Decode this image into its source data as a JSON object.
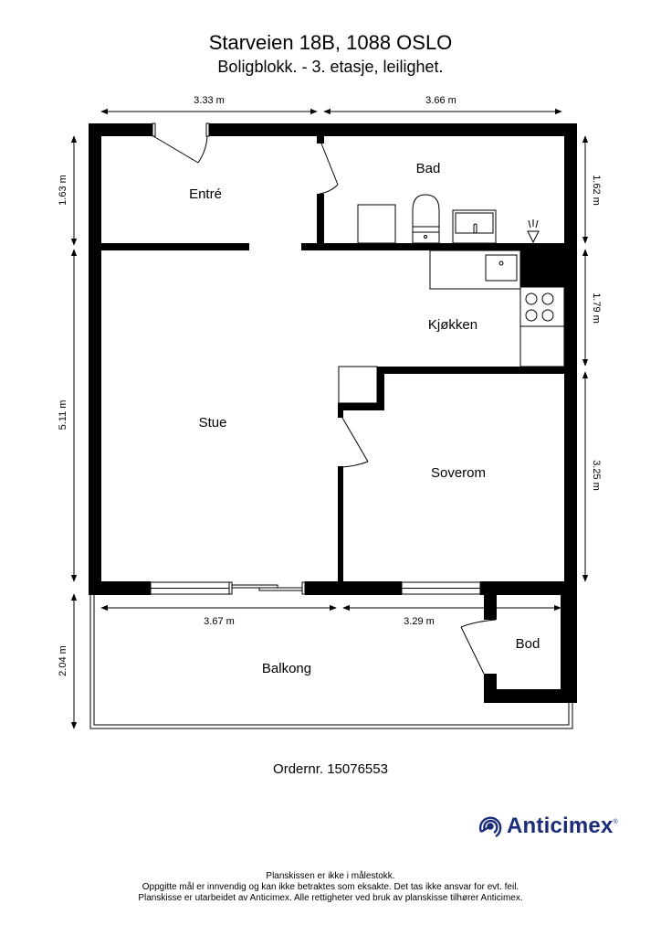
{
  "header": {
    "title": "Starveien 18B, 1088 OSLO",
    "subtitle": "Boligblokk.  - 3. etasje, leilighet."
  },
  "rooms": {
    "entre": "Entré",
    "bad": "Bad",
    "kjokken": "Kjøkken",
    "stue": "Stue",
    "soverom": "Soverom",
    "balkong": "Balkong",
    "bod": "Bod"
  },
  "dimensions": {
    "top_left": "3.33 m",
    "top_right": "3.66 m",
    "left_top": "1.63 m",
    "left_middle": "5.11 m",
    "left_bottom": "2.04 m",
    "right_top": "1.62 m",
    "right_middle": "1.79 m",
    "right_bottom": "3.25 m",
    "balcony_left": "3.67 m",
    "balcony_right": "3.29 m"
  },
  "icons": {
    "bathroom": [
      "washing-machine-icon",
      "toilet-icon",
      "sink-icon",
      "shower-icon"
    ],
    "kitchen": [
      "kitchen-sink-icon",
      "stove-icon"
    ]
  },
  "order": {
    "label": "Ordernr. 15076553"
  },
  "brand": {
    "name": "Anticimex",
    "reg": "®",
    "color": "#1a2c7a"
  },
  "footer": {
    "line1": "Planskissen er ikke i målestokk.",
    "line2": "Oppgitte mål er innvendig og kan ikke betraktes som eksakte. Det tas ikke ansvar for evt. feil.",
    "line3": "Planskisse er utarbeidet av Anticimex. Alle rettigheter ved bruk av planskisse tilhører Anticimex."
  }
}
